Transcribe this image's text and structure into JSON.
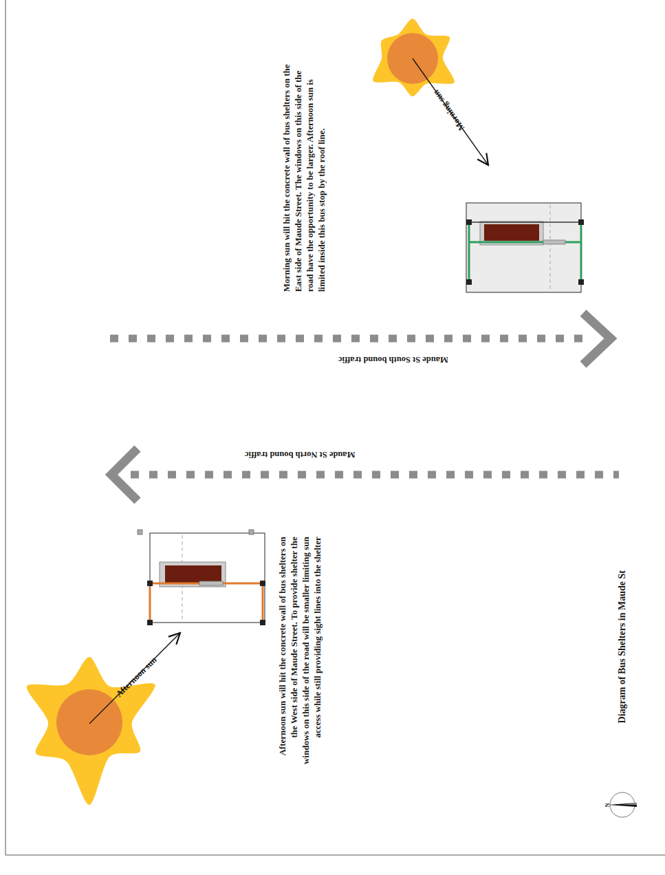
{
  "diagram": {
    "title": "Diagram of Bus Shelters in Maude St",
    "labels": [
      "Morning sun will hit the concrete wall of bus shelters on the East side of Maude Street. The windows on this side of the road have the opportunity to be larger. Afternoon sun is limited inside this bus stop by the roof line.",
      "Morning sun",
      "Maude St South bound traffic",
      "Maude St North bound traffic",
      "Afternoon sun",
      "Afternoon sun will hit the concrete wall of bus shelters on the West side of Maude Street. To provide shelter the windows on this side of the road will be smaller limiting sun access while still providing sight lines into the shelter",
      "N"
    ]
  }
}
